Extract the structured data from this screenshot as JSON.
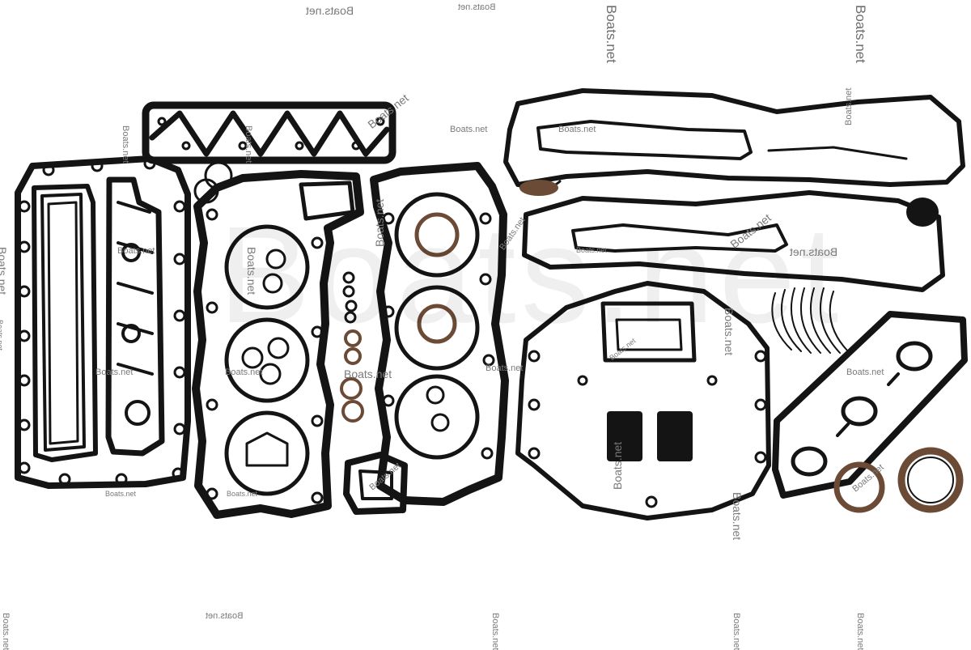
{
  "image": {
    "subject": "gasket-kit-photo",
    "background_color": "#ffffff",
    "gasket_color": "#141414",
    "seal_color": "#6b4a36"
  },
  "watermark": {
    "text": "Boats.net",
    "mirrored_text": "Boats.net",
    "large_text": "Boats.net"
  }
}
